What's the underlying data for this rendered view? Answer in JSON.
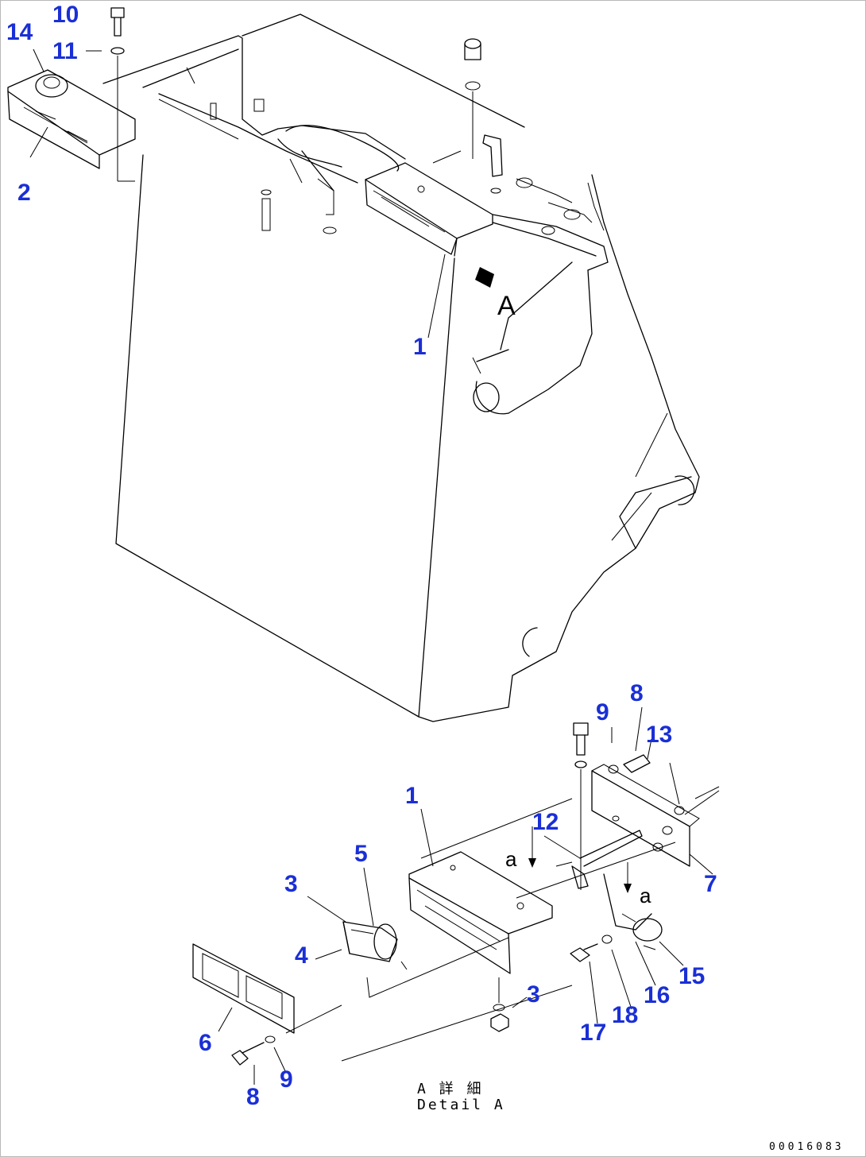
{
  "callouts": {
    "c1_top": "1",
    "c2": "2",
    "c10": "10",
    "c11": "11",
    "c14": "14",
    "c1_detail": "1",
    "c3_left": "3",
    "c3_bottom": "3",
    "c4": "4",
    "c5": "5",
    "c6": "6",
    "c7": "7",
    "c8_top": "8",
    "c8_bottom": "8",
    "c9_top": "9",
    "c9_bottom": "9",
    "c12": "12",
    "c13": "13",
    "c15": "15",
    "c16": "16",
    "c17": "17",
    "c18": "18"
  },
  "view_marker": "A",
  "section_marks": {
    "upper": "a",
    "lower": "a"
  },
  "detail_caption": {
    "jp": "A 詳 細",
    "en": "Detail A"
  },
  "drawing_number": "00016083",
  "colors": {
    "callout": "#1a2fd6",
    "line": "#000000"
  }
}
